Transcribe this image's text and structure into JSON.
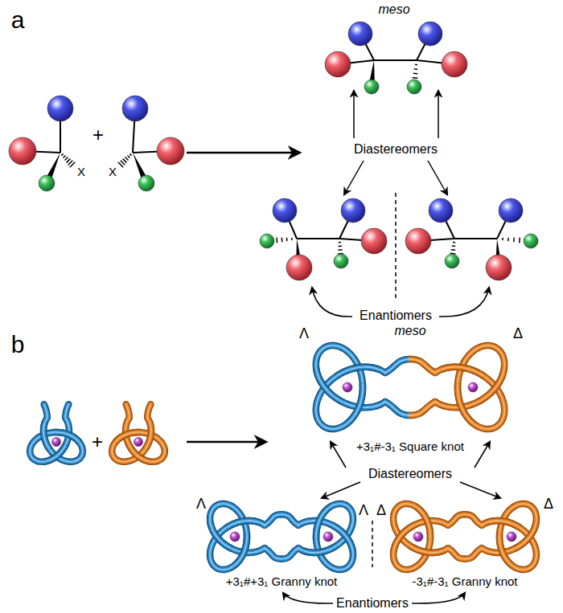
{
  "diagram": {
    "labels": [
      "a",
      "X",
      "+",
      "X",
      "meso",
      "Diastereomers",
      "Enantiomers",
      "b",
      "+",
      "Λ",
      "meso",
      "Δ",
      "+3₁#-3₁ Square knot",
      "Diastereomers",
      "Λ",
      "Λ",
      "Δ",
      "Δ",
      "+3₁#+3₁ Granny knot",
      "-3₁#-3₁ Granny knot",
      "Enantiomers"
    ]
  }
}
